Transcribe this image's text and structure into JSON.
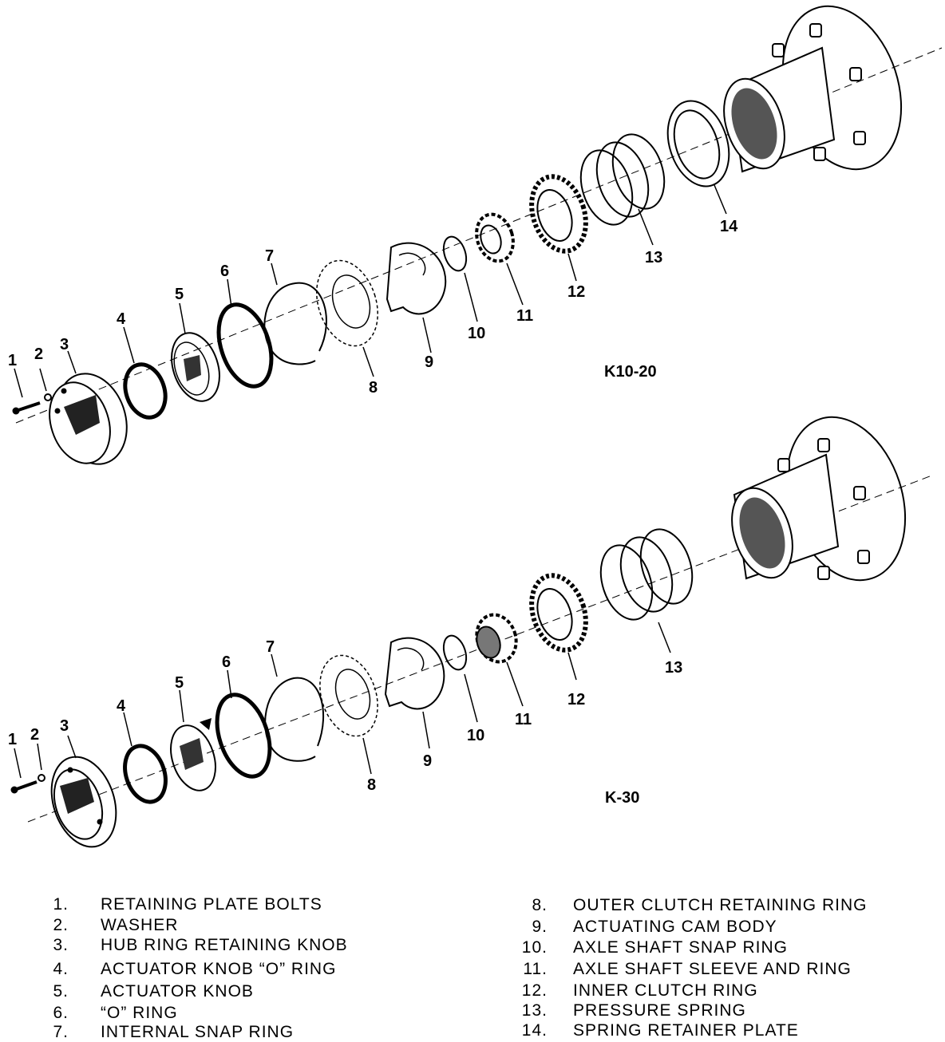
{
  "diagrams": [
    {
      "caption": "K10-20",
      "callouts": [
        "1",
        "2",
        "3",
        "4",
        "5",
        "6",
        "7",
        "8",
        "9",
        "10",
        "11",
        "12",
        "13",
        "14"
      ]
    },
    {
      "caption": "K-30",
      "callouts": [
        "1",
        "2",
        "3",
        "4",
        "5",
        "6",
        "7",
        "8",
        "9",
        "10",
        "11",
        "12",
        "13"
      ]
    }
  ],
  "legend": [
    {
      "num": "1.",
      "text": "RETAINING PLATE BOLTS"
    },
    {
      "num": "2.",
      "text": "WASHER"
    },
    {
      "num": "3.",
      "text": "HUB RING RETAINING KNOB"
    },
    {
      "num": "4.",
      "text": "ACTUATOR KNOB “O” RING"
    },
    {
      "num": "5.",
      "text": "ACTUATOR KNOB"
    },
    {
      "num": "6.",
      "text": "“O” RING"
    },
    {
      "num": "7.",
      "text": "INTERNAL SNAP RING"
    },
    {
      "num": "8.",
      "text": "OUTER CLUTCH RETAINING RING"
    },
    {
      "num": "9.",
      "text": "ACTUATING CAM BODY"
    },
    {
      "num": "10.",
      "text": "AXLE SHAFT SNAP RING"
    },
    {
      "num": "11.",
      "text": "AXLE SHAFT SLEEVE AND RING"
    },
    {
      "num": "12.",
      "text": "INNER CLUTCH RING"
    },
    {
      "num": "13.",
      "text": "PRESSURE SPRING"
    },
    {
      "num": "14.",
      "text": "SPRING RETAINER PLATE"
    }
  ]
}
